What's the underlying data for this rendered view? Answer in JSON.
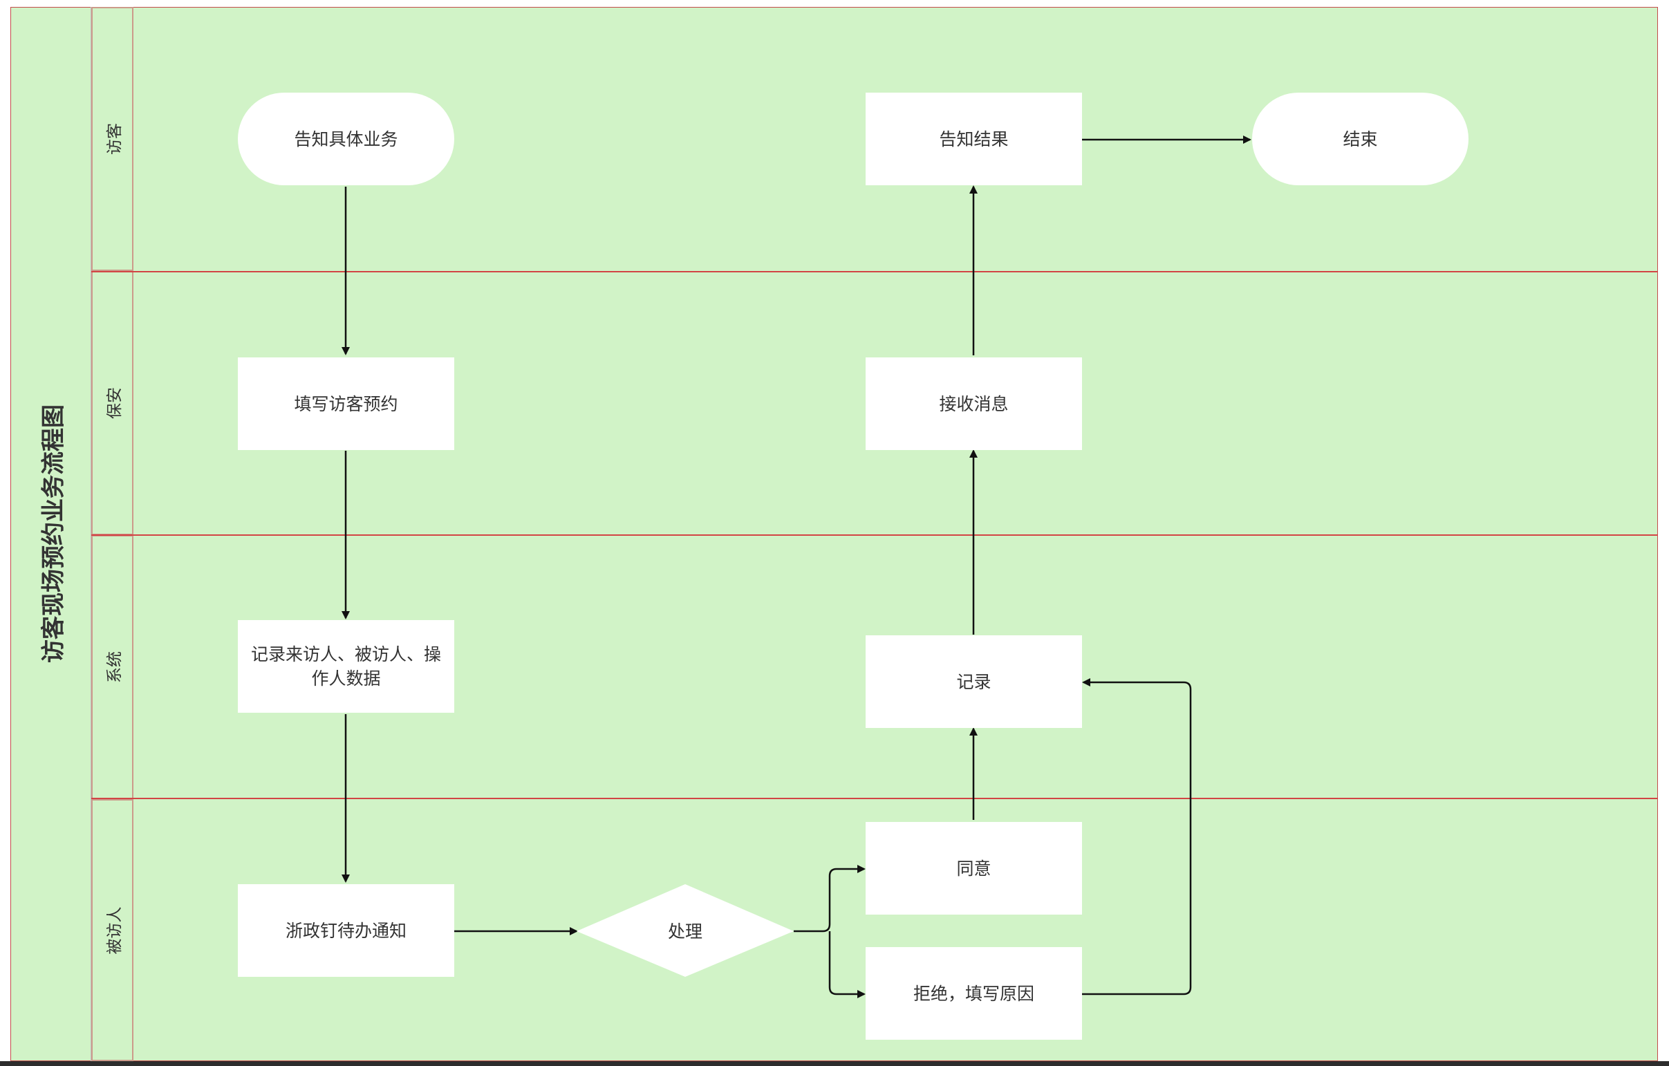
{
  "title": "访客现场预约业务流程图",
  "lanes": [
    {
      "label": "访客"
    },
    {
      "label": "保安"
    },
    {
      "label": "系统"
    },
    {
      "label": "被访人"
    }
  ],
  "nodes": {
    "start": "告知具体业务",
    "fill_form": "填写访客预约",
    "record_data": "记录来访人、被访人、操作人数据",
    "notify": "浙政钉待办通知",
    "process": "处理",
    "agree": "同意",
    "reject": "拒绝，填写原因",
    "record": "记录",
    "receive": "接收消息",
    "inform_result": "告知结果",
    "end": "结束"
  },
  "colors": {
    "lane_fill": "#d1f3c7",
    "lane_border": "#d24444",
    "node_fill": "#ffffff",
    "edge": "#111111"
  }
}
